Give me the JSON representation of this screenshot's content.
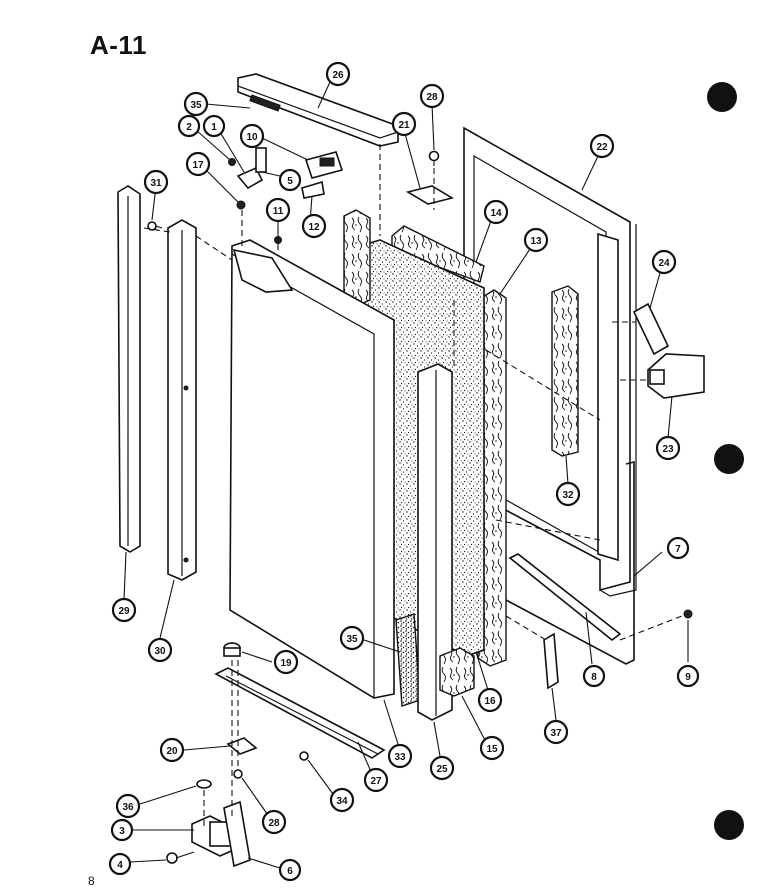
{
  "page_title": "A-11",
  "page_number": "8",
  "callouts": [
    {
      "id": "c26",
      "label": "26"
    },
    {
      "id": "c35a",
      "label": "35"
    },
    {
      "id": "c28a",
      "label": "28"
    },
    {
      "id": "c2",
      "label": "2"
    },
    {
      "id": "c1",
      "label": "1"
    },
    {
      "id": "c10",
      "label": "10"
    },
    {
      "id": "c21",
      "label": "21"
    },
    {
      "id": "c22",
      "label": "22"
    },
    {
      "id": "c17",
      "label": "17"
    },
    {
      "id": "c5",
      "label": "5"
    },
    {
      "id": "c31",
      "label": "31"
    },
    {
      "id": "c11",
      "label": "11"
    },
    {
      "id": "c12",
      "label": "12"
    },
    {
      "id": "c14",
      "label": "14"
    },
    {
      "id": "c13",
      "label": "13"
    },
    {
      "id": "c24",
      "label": "24"
    },
    {
      "id": "c23",
      "label": "23"
    },
    {
      "id": "c32",
      "label": "32"
    },
    {
      "id": "c7",
      "label": "7"
    },
    {
      "id": "c29",
      "label": "29"
    },
    {
      "id": "c30",
      "label": "30"
    },
    {
      "id": "c8",
      "label": "8"
    },
    {
      "id": "c9",
      "label": "9"
    },
    {
      "id": "c35b",
      "label": "35"
    },
    {
      "id": "c19",
      "label": "19"
    },
    {
      "id": "c16",
      "label": "16"
    },
    {
      "id": "c37",
      "label": "37"
    },
    {
      "id": "c33",
      "label": "33"
    },
    {
      "id": "c25",
      "label": "25"
    },
    {
      "id": "c15",
      "label": "15"
    },
    {
      "id": "c20",
      "label": "20"
    },
    {
      "id": "c36",
      "label": "36"
    },
    {
      "id": "c28b",
      "label": "28"
    },
    {
      "id": "c34",
      "label": "34"
    },
    {
      "id": "c27",
      "label": "27"
    },
    {
      "id": "c3",
      "label": "3"
    },
    {
      "id": "c4",
      "label": "4"
    },
    {
      "id": "c6",
      "label": "6"
    }
  ]
}
